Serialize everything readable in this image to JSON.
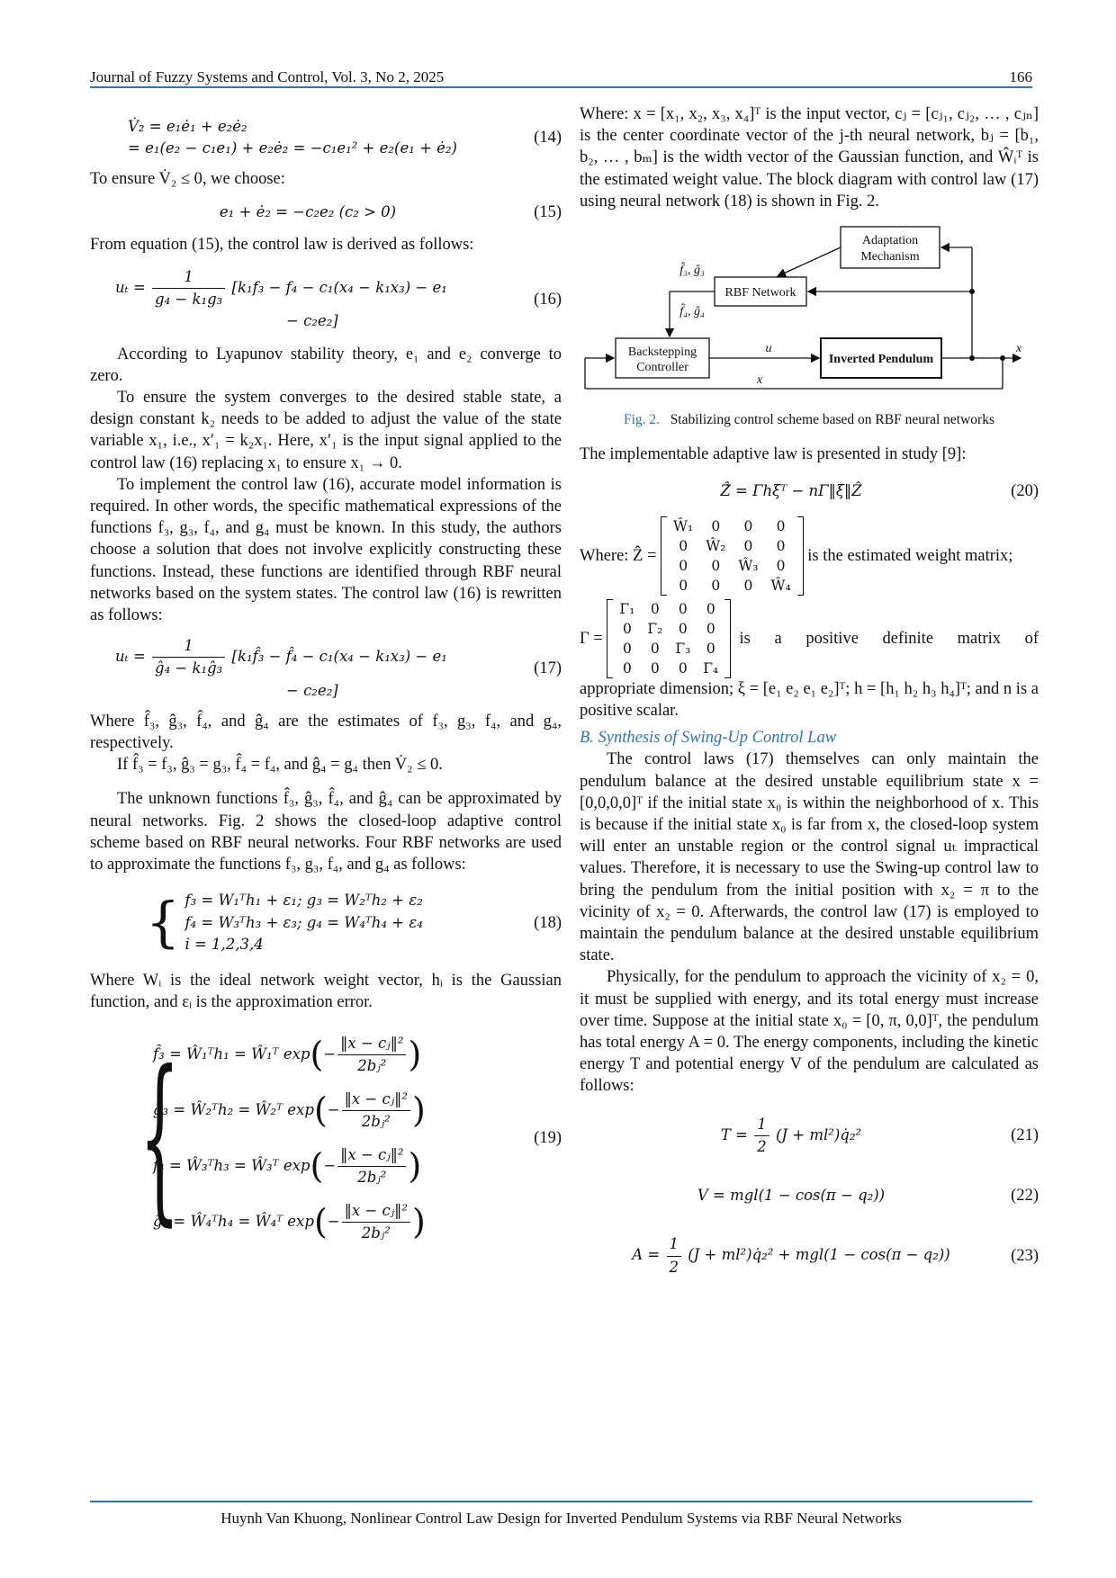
{
  "header": {
    "journal": "Journal of Fuzzy Systems and Control, Vol. 3, No 2, 2025",
    "page": "166"
  },
  "footer": "Huynh Van Khuong, Nonlinear Control Law Design for Inverted Pendulum Systems via RBF Neural Networks",
  "left": {
    "eq14_l1": "V̇₂ = e₁ė₁ + e₂ė₂",
    "eq14_l2": "= e₁(e₂ − c₁e₁) + e₂ė₂ = −c₁e₁² + e₂(e₁ + ė₂)",
    "eq14_no": "(14)",
    "ensure": "To ensure V̇₂ ≤ 0, we choose:",
    "eq15": "e₁ + ė₂ = −c₂e₂   (c₂ > 0)",
    "eq15_no": "(15)",
    "from_eq": "From equation (15), the control law is derived as follows:",
    "eq16_lhs": "uₜ =",
    "eq16_num": "1",
    "eq16_den": "g₄ − k₁g₃",
    "eq16_rhs1": "[k₁f₃ − f₄ − c₁(x₄ − k₁x₃) − e₁",
    "eq16_rhs2": "− c₂e₂]",
    "eq16_no": "(16)",
    "p1": "According to Lyapunov stability theory, e₁ and e₂ converge to zero.",
    "p2": "To ensure the system converges to the desired stable state, a design constant k₂ needs to be added to adjust the value of the state variable x₁, i.e., x′₁ = k₂x₁. Here, x′₁ is the input signal applied to the control law (16) replacing x₁ to ensure x₁ → 0.",
    "p3": "To implement the control law (16), accurate model information is required. In other words, the specific mathematical expressions of the functions f₃, g₃, f₄, and g₄ must be known. In this study, the authors choose a solution that does not involve explicitly constructing these functions. Instead, these functions are identified through RBF neural networks based on the system states. The control law (16) is rewritten as follows:",
    "eq17_lhs": "uₜ =",
    "eq17_num": "1",
    "eq17_den": "ĝ₄ − k₁ĝ₃",
    "eq17_rhs1": "[k₁f̂₃ − f̂₄ − c₁(x₄ − k₁x₃) − e₁",
    "eq17_rhs2": "− c₂e₂]",
    "eq17_no": "(17)",
    "p4": "Where f̂₃, ĝ₃, f̂₄, and ĝ₄ are the estimates of f₃, g₃, f₄, and g₄, respectively.",
    "p5": "If f̂₃ = f₃, ĝ₃ = g₃, f̂₄ = f₄, and ĝ₄ = g₄ then V̇₂ ≤ 0.",
    "p6": "The unknown functions f̂₃, ĝ₃, f̂₄, and ĝ₄ can be approximated by neural networks. Fig. 2 shows the closed-loop adaptive control scheme based on RBF neural networks. Four RBF networks are used to approximate the functions f₃, g₃, f₄, and g₄ as follows:",
    "eq18_l1": "f₃ = W₁ᵀh₁ + ε₁;     g₃ = W₂ᵀh₂ + ε₂",
    "eq18_l2": "f₄ = W₃ᵀh₃ + ε₃;     g₄ = W₄ᵀh₄ + ε₄",
    "eq18_l3": "i = 1,2,3,4",
    "eq18_no": "(18)",
    "p7": "Where Wᵢ is the ideal network weight vector, hᵢ is the Gaussian function, and εᵢ is the approximation error.",
    "eq19_l1": "f̂₃ = Ŵ₁ᵀh₁ = Ŵ₁ᵀ exp",
    "eq19_l2": "ĝ₃ = Ŵ₂ᵀh₂ = Ŵ₂ᵀ exp",
    "eq19_l3": "f̂₄ = Ŵ₃ᵀh₃ = Ŵ₃ᵀ exp",
    "eq19_l4": "ĝ₄ = Ŵ₄ᵀh₄ = Ŵ₄ᵀ exp",
    "eq19_num": "‖x − cⱼ‖²",
    "eq19_den": "2bⱼ²",
    "eq19_no": "(19)"
  },
  "right": {
    "p1": "Where: x = [x₁, x₂, x₃, x₄]ᵀ is the input vector, cⱼ = [cⱼ₁, cⱼ₂, … , cⱼₙ] is the center coordinate vector of the j-th neural network, bⱼ = [b₁, b₂, … , bₘ] is the width vector of the Gaussian function, and Ŵᵢᵀ is the estimated weight value. The block diagram with control law (17) using neural network (18) is shown in Fig. 2.",
    "diagram": {
      "adaptation": "Adaptation Mechanism",
      "rbf": "RBF Network",
      "backstepping": "Backstepping Controller",
      "pendulum": "Inverted Pendulum",
      "sig_fg3": "f̂₃, ĝ₃",
      "sig_fg4": "f̂₄, ĝ₄",
      "sig_u": "u",
      "sig_x_out": "x",
      "sig_x_fb": "x"
    },
    "caption_label": "Fig. 2.",
    "caption_text": "Stabilizing control scheme based on RBF neural networks",
    "p2": "The implementable adaptive law is presented in study [9]:",
    "eq20": "Ẑ̇ = Γhξᵀ − nΓ‖ξ‖Ẑ",
    "eq20_no": "(20)",
    "where_z": "Where: Ẑ =",
    "z_matrix": [
      [
        "Ŵ₁",
        "0",
        "0",
        "0"
      ],
      [
        "0",
        "Ŵ₂",
        "0",
        "0"
      ],
      [
        "0",
        "0",
        "Ŵ₃",
        "0"
      ],
      [
        "0",
        "0",
        "0",
        "Ŵ₄"
      ]
    ],
    "z_tail": "is the estimated weight matrix;",
    "gamma_lhs": "Γ =",
    "g_matrix": [
      [
        "Γ₁",
        "0",
        "0",
        "0"
      ],
      [
        "0",
        "Γ₂",
        "0",
        "0"
      ],
      [
        "0",
        "0",
        "Γ₃",
        "0"
      ],
      [
        "0",
        "0",
        "0",
        "Γ₄"
      ]
    ],
    "g_tail": "is a positive definite matrix of",
    "p3": "appropriate dimension; ξ = [e₁ e₂ e₁ e₂]ᵀ; h = [h₁ h₂ h₃ h₄]ᵀ; and n is a positive scalar.",
    "section": "B.  Synthesis of Swing-Up Control Law",
    "p4": "The control laws (17) themselves can only maintain the pendulum balance at the desired unstable equilibrium state x = [0,0,0,0]ᵀ if the initial state x₀ is within the neighborhood of x. This is because if the initial state x₀ is far from x, the closed-loop system will enter an unstable region or the control signal uₜ impractical values. Therefore, it is necessary to use the Swing-up control law to bring the pendulum from the initial position with x₂ = π to the vicinity of x₂ = 0. Afterwards, the control law (17) is employed to maintain the pendulum balance at the desired unstable equilibrium state.",
    "p5": "Physically, for the pendulum to approach the vicinity of x₂ = 0, it must be supplied with energy, and its total energy must increase over time. Suppose at the initial state x₀ = [0, π, 0,0]ᵀ, the pendulum has total energy A = 0. The energy components, including the kinetic energy T and potential energy V of the pendulum are calculated as follows:",
    "eq21_lhs": "T =",
    "eq21_num": "1",
    "eq21_den": "2",
    "eq21_rhs": "(J + ml²)q̇₂²",
    "eq21_no": "(21)",
    "eq22": "V = mgl(1 − cos(π − q₂))",
    "eq22_no": "(22)",
    "eq23_lhs": "A =",
    "eq23_num": "1",
    "eq23_den": "2",
    "eq23_rhs": "(J + ml²)q̇₂² + mgl(1 − cos(π − q₂))",
    "eq23_no": "(23)"
  }
}
